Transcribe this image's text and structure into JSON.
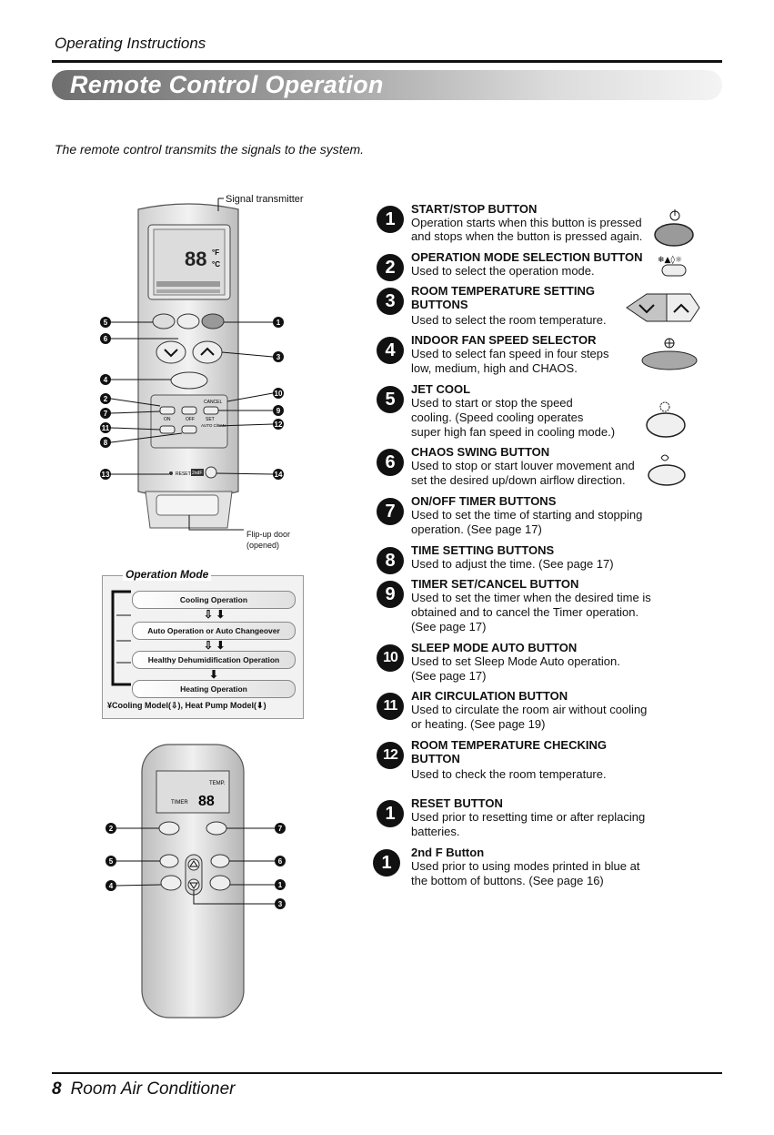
{
  "header": {
    "label": "Operating Instructions",
    "title": "Remote Control Operation"
  },
  "intro": "The remote control transmits the signals to the system.",
  "diagram": {
    "signal_label": "Signal transmitter",
    "door_label_1": "Flip-up door",
    "door_label_2": "(opened)",
    "reset": "RESET",
    "second_f": "2ndF",
    "cancel": "CANCEL",
    "set": "SET",
    "auto_c_fan": "AUTO C/FAN",
    "on": "ON",
    "off": "OFF",
    "temp": "TEMP.",
    "timer": "TIMER",
    "fahrenheit": "°F",
    "celsius": "°C",
    "lcd_digits": "88",
    "callouts_top": [
      "5",
      "6",
      "4",
      "2",
      "7",
      "11",
      "8",
      "13",
      "1",
      "3",
      "10",
      "9",
      "12",
      "14"
    ],
    "callouts_bottom": [
      "2",
      "5",
      "4",
      "7",
      "6",
      "1",
      "3"
    ]
  },
  "operation_mode": {
    "title": "Operation Mode",
    "modes": [
      "Cooling Operation",
      "Auto Operation or Auto Changeover",
      "Healthy Dehumidification Operation",
      "Heating Operation"
    ],
    "footnote": "¥Cooling Model(⇩), Heat Pump Model(⬇)"
  },
  "items": [
    {
      "num": "1",
      "title": "START/STOP BUTTON",
      "lines": [
        "Operation starts when this button is pressed",
        "and stops when the button is pressed again."
      ]
    },
    {
      "num": "2",
      "title": "OPERATION MODE SELECTION BUTTON",
      "lines": [
        "Used to select the operation mode."
      ]
    },
    {
      "num": "3",
      "title": "ROOM TEMPERATURE SETTING",
      "title2": "BUTTONS",
      "lines": [
        "Used to select the room temperature."
      ]
    },
    {
      "num": "4",
      "title": "INDOOR FAN SPEED SELECTOR",
      "lines": [
        "Used to select fan speed in four steps",
        "low, medium, high and CHAOS."
      ]
    },
    {
      "num": "5",
      "title": "JET COOL",
      "lines": [
        "Used to start or stop the speed",
        "cooling. (Speed cooling operates",
        "super high fan speed in cooling mode.)"
      ]
    },
    {
      "num": "6",
      "title": "CHAOS SWING BUTTON",
      "lines": [
        "Used to stop or start louver movement and",
        "set the desired up/down airflow direction."
      ]
    },
    {
      "num": "7",
      "title": "ON/OFF TIMER BUTTONS",
      "lines": [
        "Used to set the time of starting and stopping",
        "operation. (See page 17)"
      ]
    },
    {
      "num": "8",
      "title": "TIME SETTING BUTTONS",
      "lines": [
        "Used to adjust the time. (See page 17)"
      ]
    },
    {
      "num": "9",
      "title": "TIMER SET/CANCEL BUTTON",
      "lines": [
        "Used to set the timer when the desired time is",
        "obtained and to cancel the Timer operation.",
        "(See page 17)"
      ]
    },
    {
      "num": "10",
      "title": "SLEEP MODE AUTO BUTTON",
      "lines": [
        "Used to set Sleep Mode Auto operation.",
        "(See page 17)"
      ]
    },
    {
      "num": "11",
      "title": "AIR CIRCULATION BUTTON",
      "lines": [
        "Used to circulate the room air without cooling",
        "or heating. (See page 19)"
      ]
    },
    {
      "num": "12",
      "title": "ROOM TEMPERATURE CHECKING",
      "title2": "BUTTON",
      "lines": [
        "Used to check the room temperature."
      ]
    },
    {
      "num": "1",
      "title": "RESET BUTTON",
      "lines": [
        "Used prior to resetting time or after replacing",
        "batteries."
      ]
    },
    {
      "num": "1",
      "title": "2nd F Button",
      "lines": [
        "Used prior to using modes printed in blue at",
        "the bottom of buttons. (See page 16)"
      ]
    }
  ],
  "footer": {
    "page": "8",
    "title": "Room Air Conditioner"
  }
}
